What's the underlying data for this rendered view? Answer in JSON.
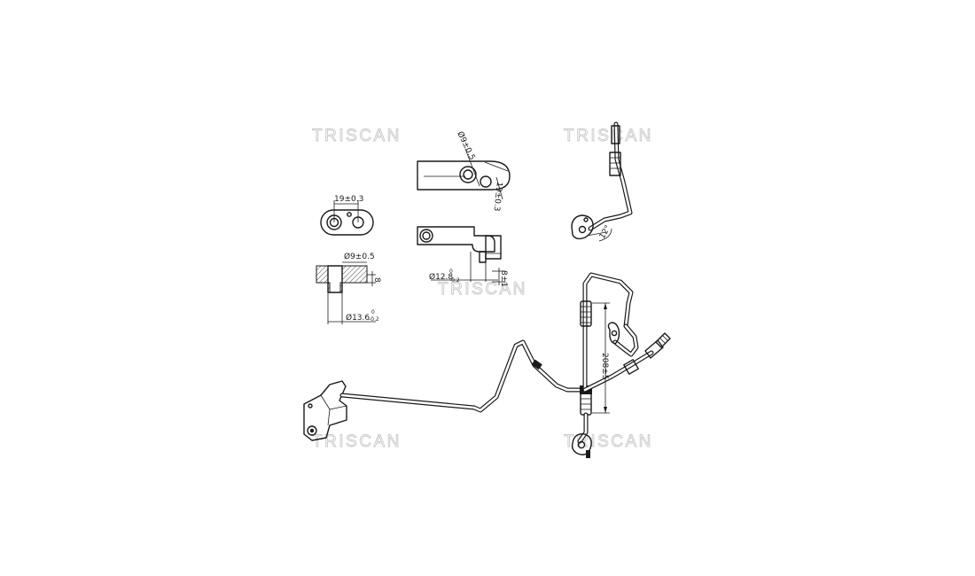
{
  "watermark": {
    "text": "TRISCAN"
  },
  "dimensions": {
    "d1_main": "Ø9±0.5",
    "d2_main": "19±0.3",
    "d3_main": "19±0.3",
    "d4_main": "Ø9±0.5",
    "d4_side": "8",
    "d5_main": "Ø13.6",
    "d5_sup": "0",
    "d5_sub": "-0.2",
    "d6_main": "Ø12.8",
    "d6_sup": "0",
    "d6_sub": "-0.2",
    "d6_side": "8±1",
    "angle": "12°",
    "length": "208±5"
  }
}
